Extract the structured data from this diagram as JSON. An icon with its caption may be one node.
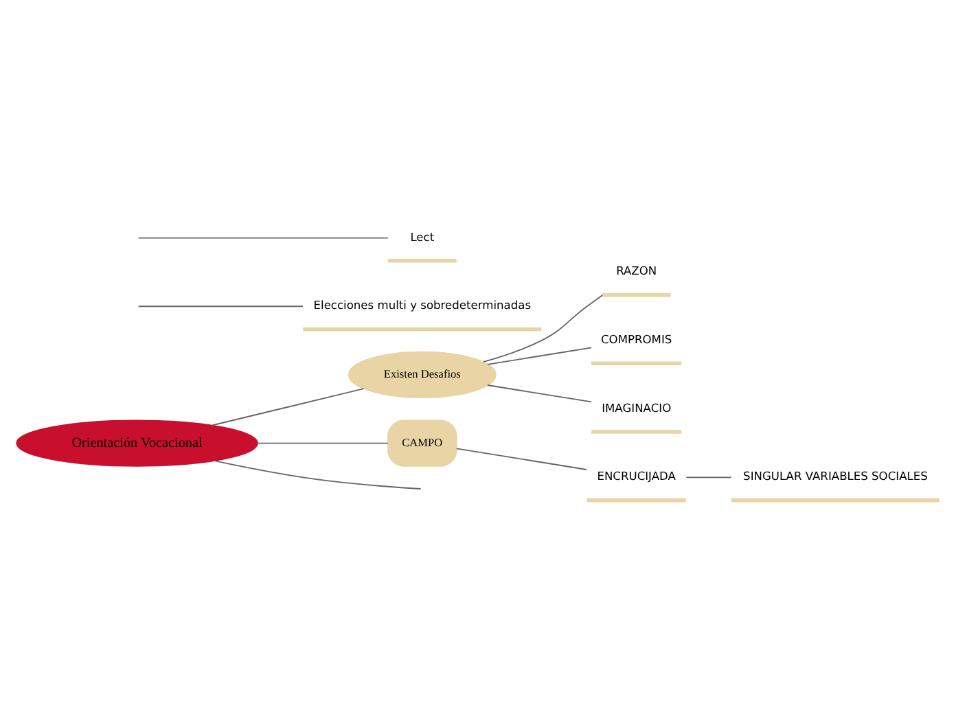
{
  "diagram": {
    "nodes": [
      {
        "text": [
          "Orientación Vocacional"
        ]
      },
      {
        "text": [
          "Elecciones multi y sobredeterminadas"
        ]
      },
      {
        "text": [
          "Lect"
        ]
      },
      {
        "text": [
          "Existen Desafios"
        ]
      },
      {
        "text": [
          "RAZON"
        ]
      },
      {
        "text": [
          "COMPROMIS"
        ]
      },
      {
        "text": [
          "IMAGINACIO"
        ]
      },
      {
        "text": [
          "CAMPO"
        ]
      },
      {
        "text": [
          "ENCRUCIJADA"
        ]
      },
      {
        "text": [
          "SINGULAR VARIABLES SOCIALES"
        ]
      }
    ],
    "edges": [
      {
        "from": 0,
        "to": null,
        "arrow": "none"
      },
      {
        "from": null,
        "to": 1,
        "arrow": "none"
      },
      {
        "from": null,
        "to": 2,
        "arrow": "none"
      },
      {
        "from": 0,
        "to": 3,
        "arrow": "none"
      },
      {
        "from": 3,
        "to": 4,
        "arrow": "none"
      },
      {
        "from": 3,
        "to": 5,
        "arrow": "none"
      },
      {
        "from": 3,
        "to": 6,
        "arrow": "none"
      },
      {
        "from": 0,
        "to": 7,
        "arrow": "none"
      },
      {
        "from": 7,
        "to": 8,
        "arrow": "none"
      },
      {
        "from": 8,
        "to": 9,
        "arrow": "none"
      }
    ]
  }
}
